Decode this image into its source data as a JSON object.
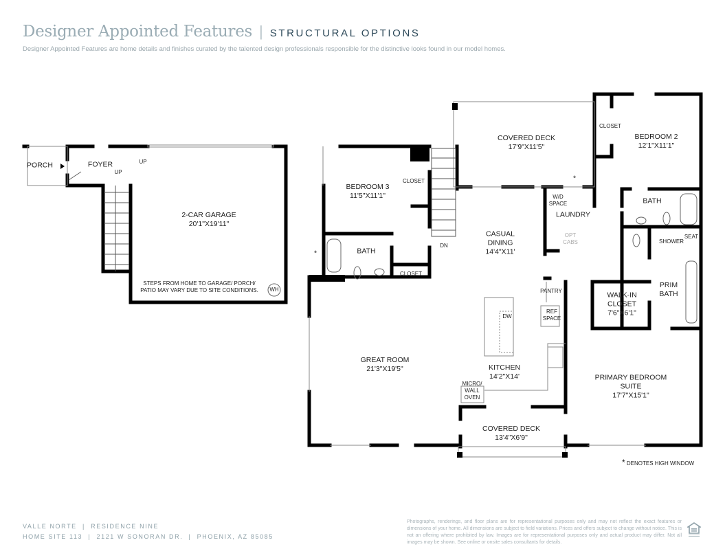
{
  "header": {
    "title": "Designer Appointed Features",
    "separator": "|",
    "subtitle": "STRUCTURAL OPTIONS",
    "description": "Designer Appointed Features are home details and finishes curated by the talented design professionals responsible for the distinctive looks found in our model homes."
  },
  "rooms": {
    "porch": "PORCH",
    "foyer": "FOYER",
    "up1": "UP",
    "up2": "UP",
    "garage": {
      "name": "2-CAR GARAGE",
      "dim": "20'1\"X19'11\""
    },
    "garage_note": "STEPS FROM HOME TO GARAGE/ PORCH/ PATIO MAY VARY DUE TO SITE CONDITIONS.",
    "wh": "WH",
    "bedroom3": {
      "name": "BEDROOM 3",
      "dim": "11'5\"X11'1\""
    },
    "closet_b3": "CLOSET",
    "bath3": "BATH",
    "closet_hall": "CLOSET",
    "dn": "DN",
    "covered_deck_top": {
      "name": "COVERED DECK",
      "dim": "17'9\"X11'5\""
    },
    "casual_dining": {
      "name": "CASUAL DINING",
      "dim": "14'4\"X11'"
    },
    "wd_space": "W/D SPACE",
    "laundry": "LAUNDRY",
    "opt_cabs": "OPT CABS",
    "closet_b2": "CLOSET",
    "bedroom2": {
      "name": "BEDROOM 2",
      "dim": "12'1\"X11'1\""
    },
    "bath2": "BATH",
    "shower": "SHOWER",
    "seat": "SEAT",
    "pantry": "PANTRY",
    "ref_space": "REF SPACE",
    "dw": "DW",
    "walkin": {
      "name": "WALK-IN CLOSET",
      "dim": "7'6\"X6'1\""
    },
    "prim_bath": "PRIM BATH",
    "great_room": {
      "name": "GREAT ROOM",
      "dim": "21'3\"X19'5\""
    },
    "kitchen": {
      "name": "KITCHEN",
      "dim": "14'2\"X14'"
    },
    "micro": "MICRO/ WALL OVEN",
    "covered_deck_bottom": {
      "name": "COVERED DECK",
      "dim": "13'4\"X6'9\""
    },
    "primary": {
      "name": "PRIMARY BEDROOM SUITE",
      "dim": "17'7\"X15'1\""
    },
    "asterisk": "*"
  },
  "legend": {
    "symbol": "*",
    "text": "DENOTES HIGH WINDOW"
  },
  "footer": {
    "community": "VALLE NORTE  |  RESIDENCE NINE",
    "address": "HOME SITE 113  |  2121 W SONORAN DR.  |  PHOENIX, AZ 85085",
    "disclaimer": "Photographs, renderings, and floor plans are for representational purposes only and may not reflect the exact features or dimensions of your home. All dimensions are subject to field variations. Prices and offers subject to change without notice. This is not an offering where prohibited by law. Images are for representational purposes only and actual product may differ. Not all images may be shown. See online or onsite sales consultants for details.",
    "eho_logo": "Equal Housing Opportunity"
  }
}
